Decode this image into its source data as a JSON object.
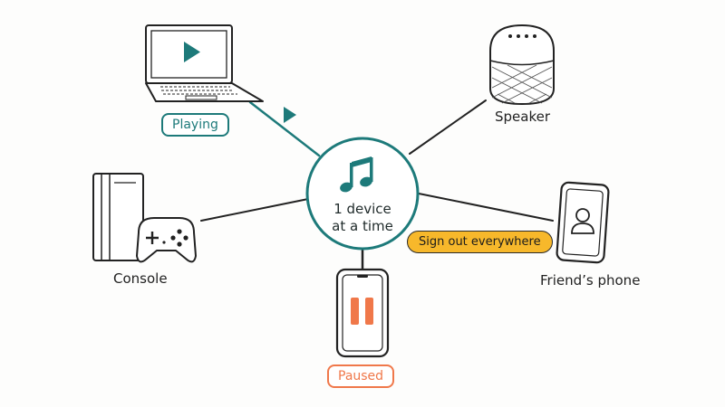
{
  "hub": {
    "line1": "1 device",
    "line2": "at a time",
    "icon": "music-note-icon"
  },
  "devices": {
    "laptop": {
      "status": "Playing",
      "icon": "laptop-icon"
    },
    "speaker": {
      "label": "Speaker",
      "icon": "smart-speaker-icon"
    },
    "console": {
      "label": "Console",
      "icon": "game-console-icon"
    },
    "phone_paused": {
      "status": "Paused",
      "icon": "phone-icon"
    },
    "friends_phone": {
      "label": "Friend’s phone",
      "icon": "phone-user-icon"
    }
  },
  "actions": {
    "sign_out": "Sign out everywhere"
  },
  "colors": {
    "accent_teal": "#1d7a7a",
    "paused_orange": "#f0784a",
    "button_yellow": "#f7b82b",
    "ink": "#222222"
  }
}
